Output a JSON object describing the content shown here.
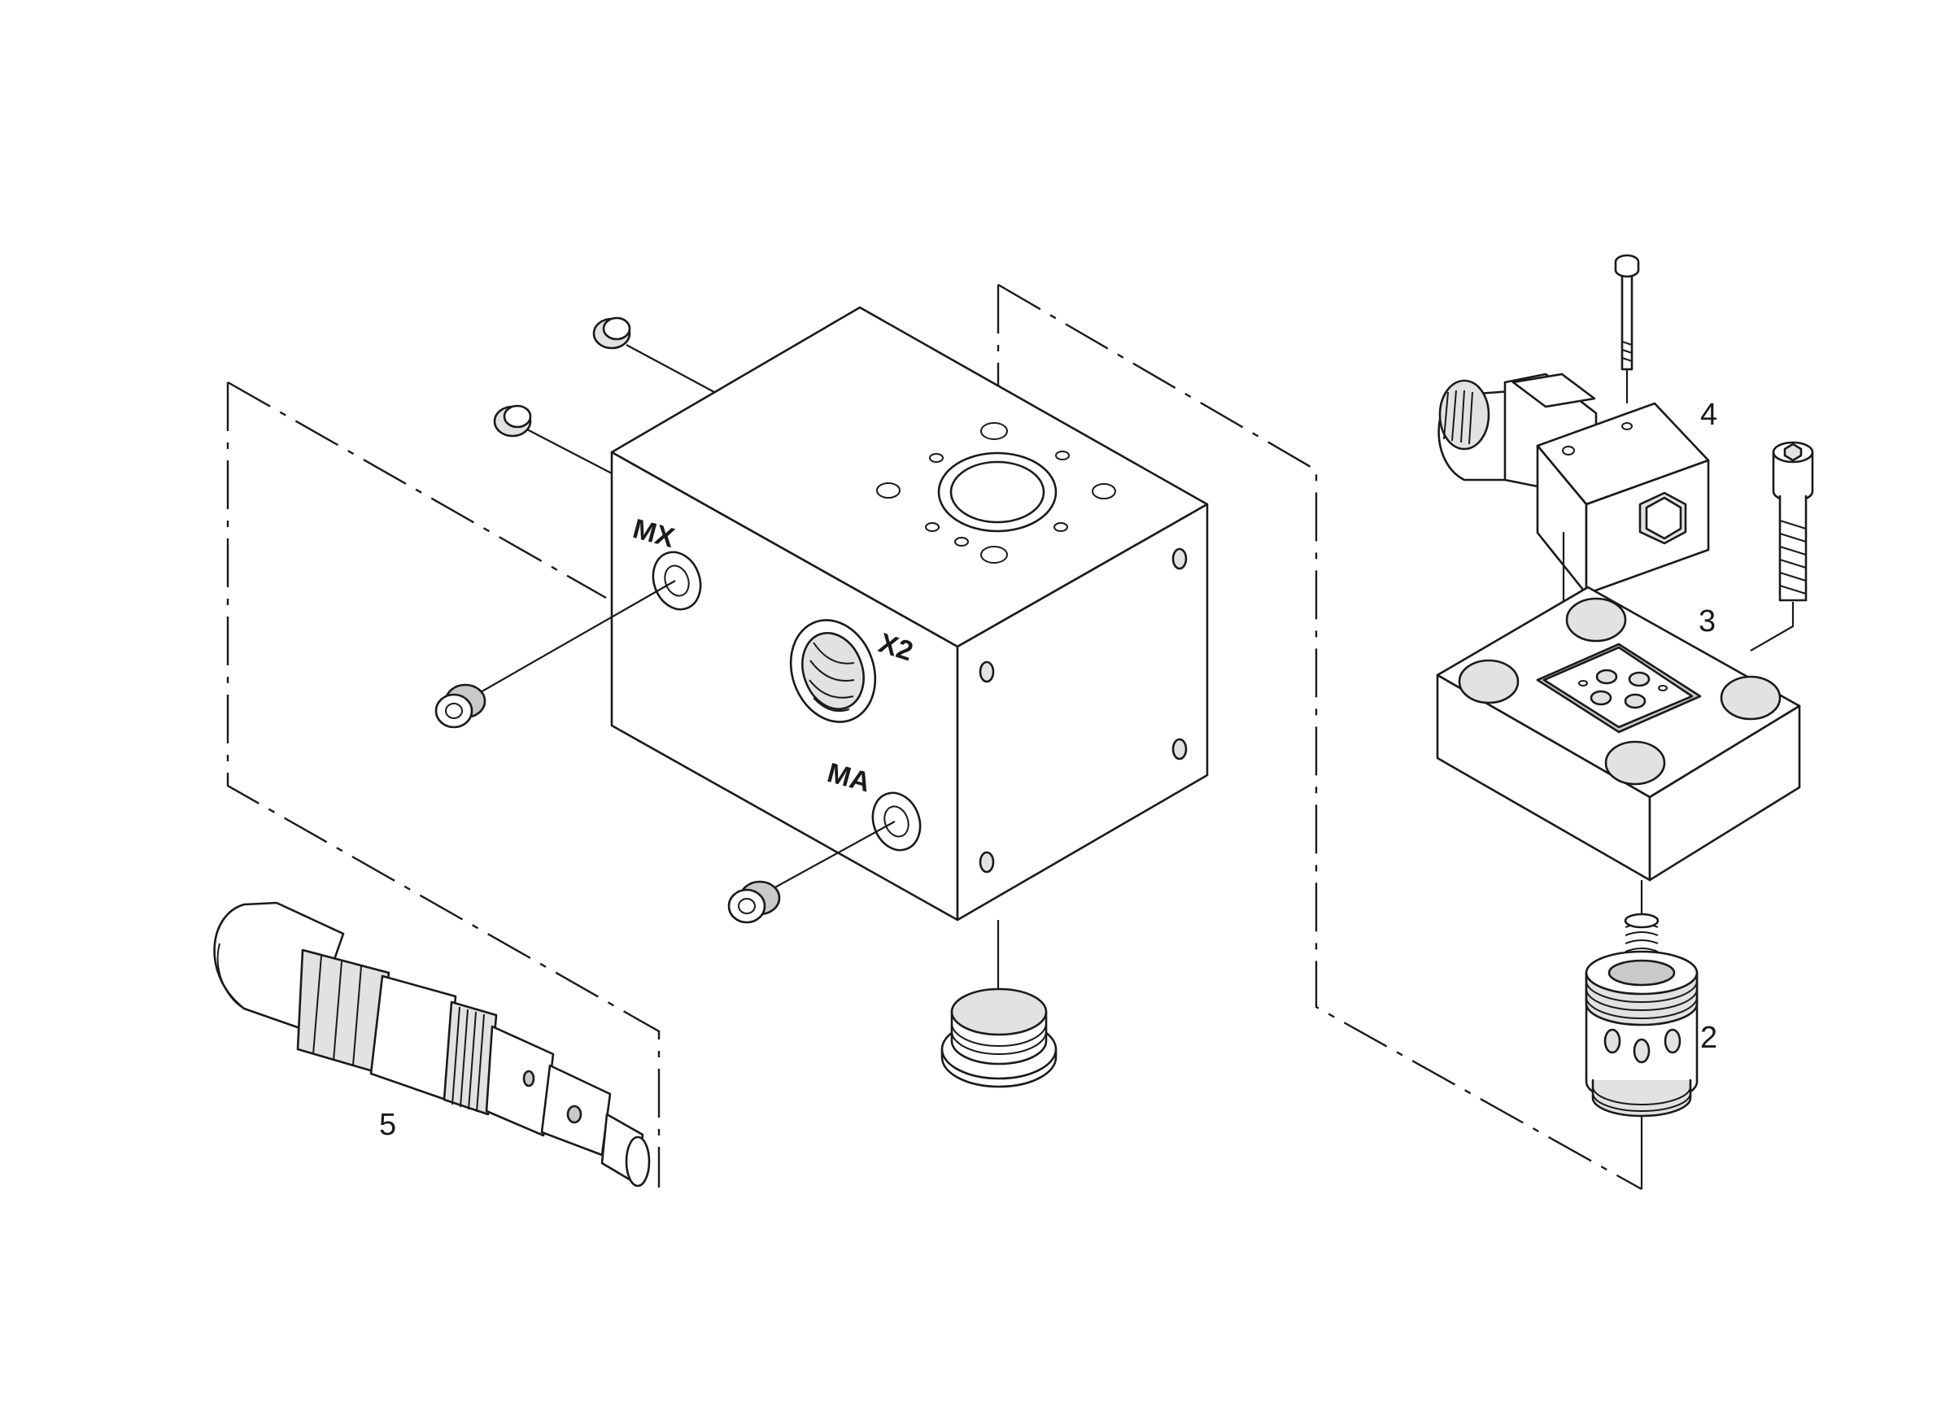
{
  "port_labels": {
    "mx": "MX",
    "x2": "X2",
    "ma": "MA"
  },
  "part_numbers": {
    "p2": "2",
    "p3": "3",
    "p4": "4",
    "p5": "5"
  }
}
